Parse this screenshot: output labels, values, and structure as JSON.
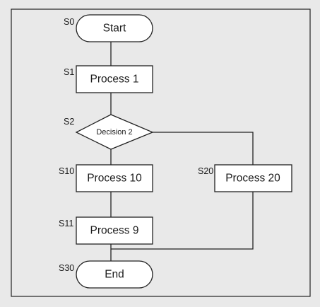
{
  "flowchart": {
    "nodes": {
      "start": {
        "step": "S0",
        "label": "Start"
      },
      "p1": {
        "step": "S1",
        "label": "Process 1"
      },
      "d2": {
        "step": "S2",
        "label": "Decision 2"
      },
      "p10": {
        "step": "S10",
        "label": "Process 10"
      },
      "p20": {
        "step": "S20",
        "label": "Process 20"
      },
      "p9": {
        "step": "S11",
        "label": "Process 9"
      },
      "end": {
        "step": "S30",
        "label": "End"
      }
    },
    "edges": [
      {
        "from": "start",
        "to": "p1"
      },
      {
        "from": "p1",
        "to": "d2"
      },
      {
        "from": "d2",
        "to": "p10"
      },
      {
        "from": "d2",
        "to": "p20"
      },
      {
        "from": "p10",
        "to": "p9"
      },
      {
        "from": "p9",
        "to": "end"
      },
      {
        "from": "p20",
        "to": "end"
      }
    ]
  }
}
